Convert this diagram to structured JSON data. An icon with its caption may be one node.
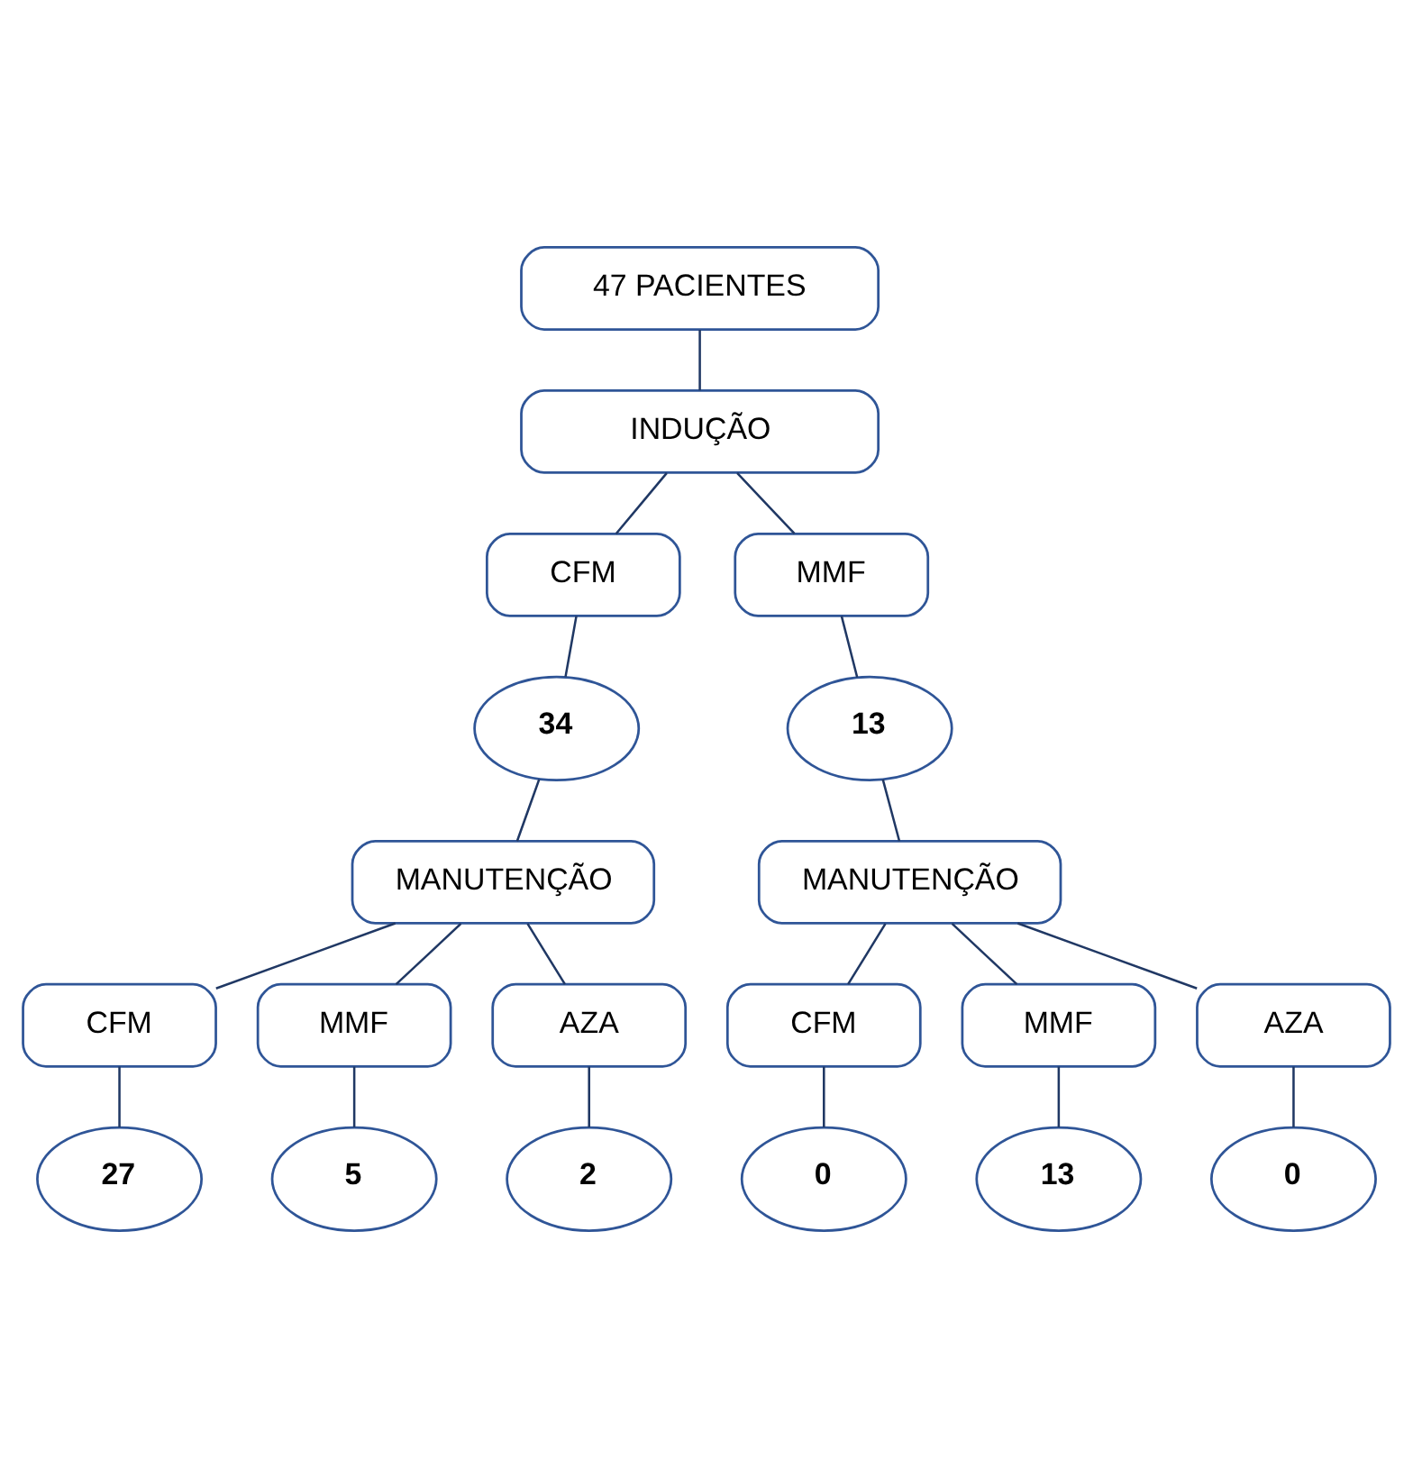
{
  "diagram": {
    "nodes": [
      {
        "text": [
          "47 PACIENTES"
        ]
      },
      {
        "text": [
          "INDUÇÃO"
        ]
      },
      {
        "text": [
          "CFM"
        ]
      },
      {
        "text": [
          "MMF"
        ]
      },
      {
        "text": [
          "34"
        ]
      },
      {
        "text": [
          "13"
        ]
      },
      {
        "text": [
          "MANUTENÇÃO"
        ]
      },
      {
        "text": [
          "MANUTENÇÃO"
        ]
      },
      {
        "text": [
          "CFM"
        ]
      },
      {
        "text": [
          "MMF"
        ]
      },
      {
        "text": [
          "AZA"
        ]
      },
      {
        "text": [
          "CFM"
        ]
      },
      {
        "text": [
          "MMF"
        ]
      },
      {
        "text": [
          "AZA"
        ]
      },
      {
        "text": [
          "27"
        ]
      },
      {
        "text": [
          "5"
        ]
      },
      {
        "text": [
          "2"
        ]
      },
      {
        "text": [
          "0"
        ]
      },
      {
        "text": [
          "13"
        ]
      },
      {
        "text": [
          "0"
        ]
      }
    ],
    "edges": [
      {
        "from": 0,
        "to": 1,
        "arrow": "none"
      },
      {
        "from": 1,
        "to": 2,
        "arrow": "none"
      },
      {
        "from": 1,
        "to": 3,
        "arrow": "none"
      },
      {
        "from": 2,
        "to": 4,
        "arrow": "none"
      },
      {
        "from": 3,
        "to": 5,
        "arrow": "none"
      },
      {
        "from": 4,
        "to": 6,
        "arrow": "none"
      },
      {
        "from": 5,
        "to": 7,
        "arrow": "none"
      },
      {
        "from": 6,
        "to": 8,
        "arrow": "none"
      },
      {
        "from": 6,
        "to": 9,
        "arrow": "none"
      },
      {
        "from": 6,
        "to": 10,
        "arrow": "none"
      },
      {
        "from": 7,
        "to": 11,
        "arrow": "none"
      },
      {
        "from": 7,
        "to": 12,
        "arrow": "none"
      },
      {
        "from": 7,
        "to": 13,
        "arrow": "none"
      },
      {
        "from": 8,
        "to": 14,
        "arrow": "none"
      },
      {
        "from": 9,
        "to": 15,
        "arrow": "none"
      },
      {
        "from": 10,
        "to": 16,
        "arrow": "none"
      },
      {
        "from": 11,
        "to": 17,
        "arrow": "none"
      },
      {
        "from": 12,
        "to": 18,
        "arrow": "none"
      },
      {
        "from": 13,
        "to": 19,
        "arrow": "none"
      }
    ]
  }
}
